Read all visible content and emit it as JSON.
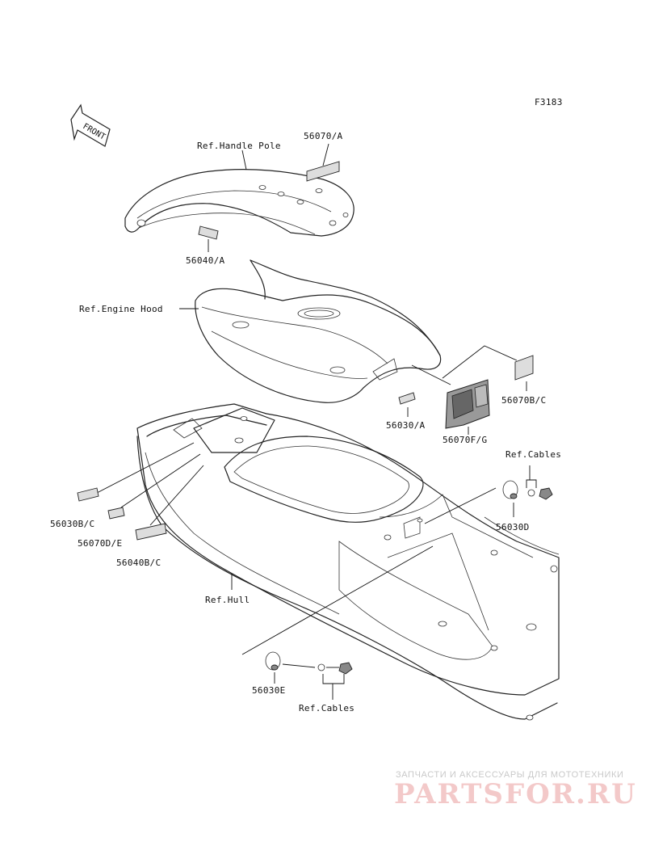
{
  "figure_code": "F3183",
  "front_label": "FRONT",
  "labels": {
    "handle_pole": "Ref.Handle Pole",
    "p56070A": "56070/A",
    "p56040A": "56040/A",
    "engine_hood": "Ref.Engine Hood",
    "p56070BC": "56070B/C",
    "p56030A": "56030/A",
    "p56070FG": "56070F/G",
    "cables_top": "Ref.Cables",
    "p56030BC": "56030B/C",
    "p56070DE": "56070D/E",
    "p56040BC": "56040B/C",
    "p56030D": "56030D",
    "hull": "Ref.Hull",
    "p56030E": "56030E",
    "cables_bottom": "Ref.Cables"
  },
  "watermark": {
    "tagline": "ЗАПЧАСТИ И АКСЕССУАРЫ ДЛЯ МОТОТЕХНИКИ",
    "brand": "PARTSFOR.RU"
  }
}
